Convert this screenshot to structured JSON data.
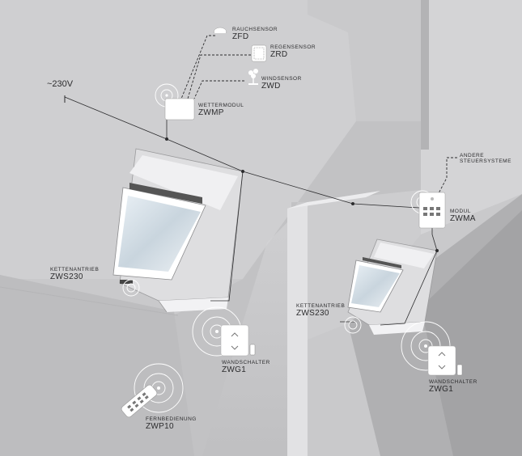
{
  "voltage": "~230V",
  "components": {
    "rauchsensor": {
      "label": "RAUCHSENSOR",
      "code": "ZFD",
      "icon": "smoke-sensor-icon"
    },
    "regensensor": {
      "label": "REGENSENSOR",
      "code": "ZRD",
      "icon": "rain-sensor-icon"
    },
    "windsensor": {
      "label": "WINDSENSOR",
      "code": "ZWD",
      "icon": "wind-sensor-icon"
    },
    "wettermodul": {
      "label": "WETTERMODUL",
      "code": "ZWMP",
      "icon": "weather-module-icon"
    },
    "andere": {
      "label": "ANDERE STEUERSYSTEME"
    },
    "modul": {
      "label": "MODUL",
      "code": "ZWMA",
      "icon": "module-icon"
    },
    "kettenantrieb_left": {
      "label": "KETTENANTRIEB",
      "code": "ZWS230",
      "icon": "chain-actuator-icon"
    },
    "kettenantrieb_right": {
      "label": "KETTENANTRIEB",
      "code": "ZWS230",
      "icon": "chain-actuator-icon"
    },
    "wandschalter_left": {
      "label": "WANDSCHALTER",
      "code": "ZWG1",
      "icon": "wall-switch-icon"
    },
    "wandschalter_right": {
      "label": "WANDSCHALTER",
      "code": "ZWG1",
      "icon": "wall-switch-icon"
    },
    "fernbedienung": {
      "label": "FERNBEDIENUNG",
      "code": "ZWP10",
      "icon": "remote-control-icon"
    }
  },
  "colors": {
    "background": "#c9c9cb",
    "wall_light": "#d4d4d6",
    "wall_dark": "#a9a9ab",
    "line": "#2c2c2e",
    "device": "#ffffff"
  }
}
